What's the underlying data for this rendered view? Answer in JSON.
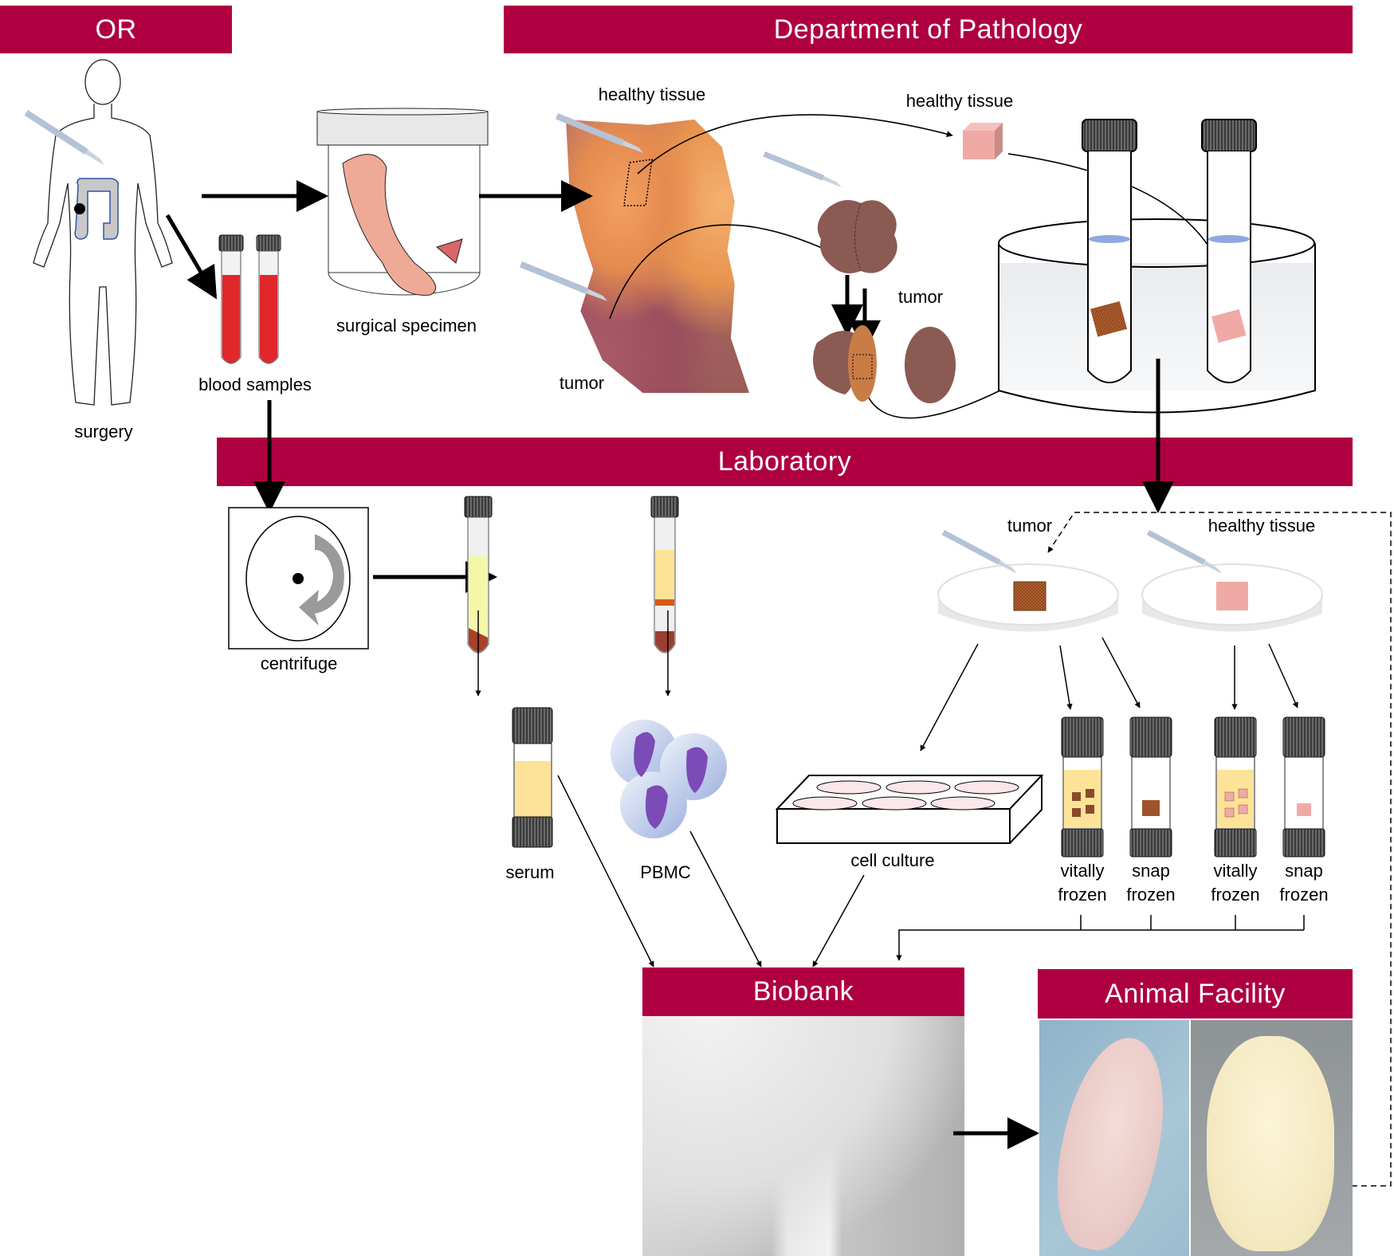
{
  "sections": {
    "or": "OR",
    "pathology": "Department of Pathology",
    "laboratory": "Laboratory",
    "biobank": "Biobank",
    "animal_facility": "Animal Facility"
  },
  "labels": {
    "surgery": "surgery",
    "blood_samples": "blood samples",
    "surgical_specimen": "surgical specimen",
    "healthy_tissue_photo": "healthy tissue",
    "tumor_photo": "tumor",
    "healthy_tissue_cube": "healthy tissue",
    "tumor_pieces": "tumor",
    "centrifuge": "centrifuge",
    "serum": "serum",
    "pbmc": "PBMC",
    "lab_tumor": "tumor",
    "lab_healthy_tissue": "healthy tissue",
    "cell_culture": "cell culture",
    "tumor_vitally_frozen_1": "vitally",
    "tumor_vitally_frozen_2": "frozen",
    "tumor_snap_frozen_1": "snap",
    "tumor_snap_frozen_2": "frozen",
    "healthy_vitally_frozen_1": "vitally",
    "healthy_vitally_frozen_2": "frozen",
    "healthy_snap_frozen_1": "snap",
    "healthy_snap_frozen_2": "frozen"
  },
  "colors": {
    "banner": "#ae0041",
    "blood": "#e0272b",
    "tumor_brown": "#8b5a52",
    "tumor_cube": "#a0522d",
    "healthy_cube": "#f0aaa6",
    "serum_yellow": "#fbe49a",
    "pbmc_purple": "#7b4bb8",
    "nitrogen_blue": "#8fa8e0"
  }
}
